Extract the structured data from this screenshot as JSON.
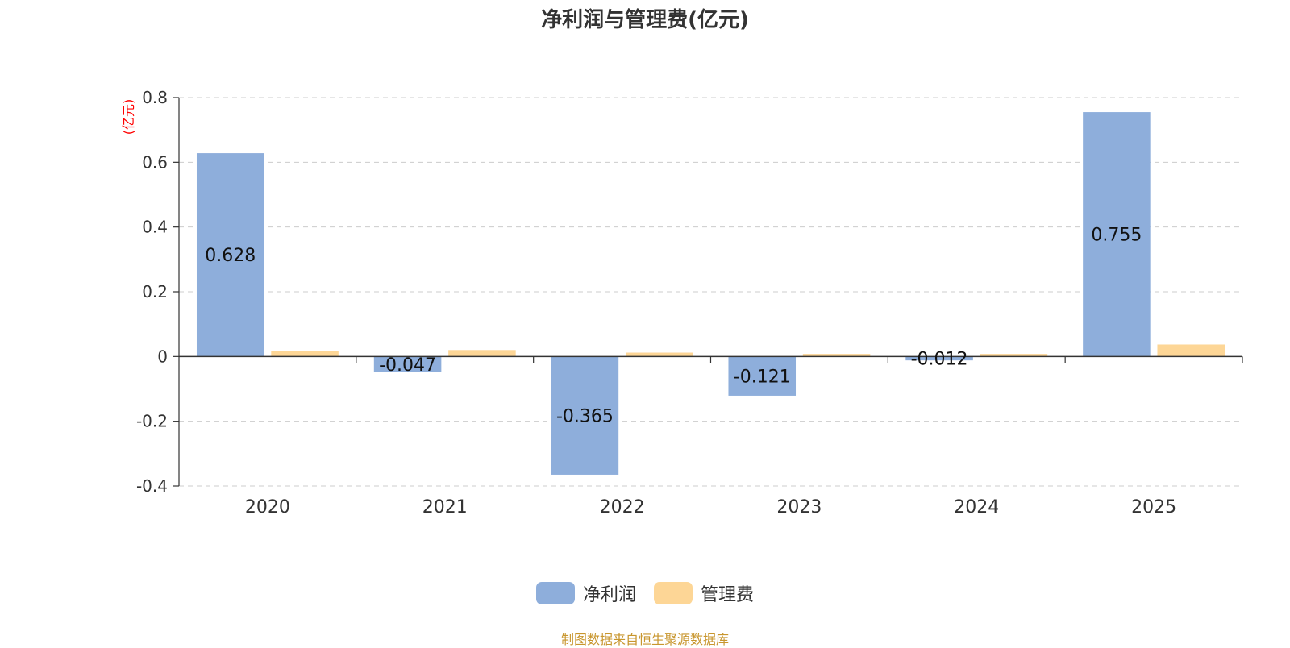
{
  "chart_data": {
    "type": "bar",
    "title": "净利润与管理费(亿元)",
    "ylabel": "(亿元)",
    "categories": [
      "2020",
      "2021",
      "2022",
      "2023",
      "2024",
      "2025"
    ],
    "series": [
      {
        "name": "净利润",
        "color": "#8eaedb",
        "values": [
          0.628,
          -0.047,
          -0.365,
          -0.121,
          -0.012,
          0.755
        ]
      },
      {
        "name": "管理费",
        "color": "#fdd696",
        "values": [
          0.017,
          0.02,
          0.012,
          0.008,
          0.008,
          0.037
        ]
      }
    ],
    "data_labels": [
      "0.628",
      "-0.047",
      "-0.365",
      "-0.121",
      "-0.012",
      "0.755"
    ],
    "ylim": [
      -0.4,
      0.8
    ],
    "yticks": [
      -0.4,
      -0.2,
      0,
      0.2,
      0.4,
      0.6,
      0.8
    ],
    "ytick_labels": [
      "-0.4",
      "-0.2",
      "0",
      "0.2",
      "0.4",
      "0.6",
      "0.8"
    ],
    "grid": true,
    "legend_position": "bottom-center"
  },
  "source_note": "制图数据来自恒生聚源数据库"
}
